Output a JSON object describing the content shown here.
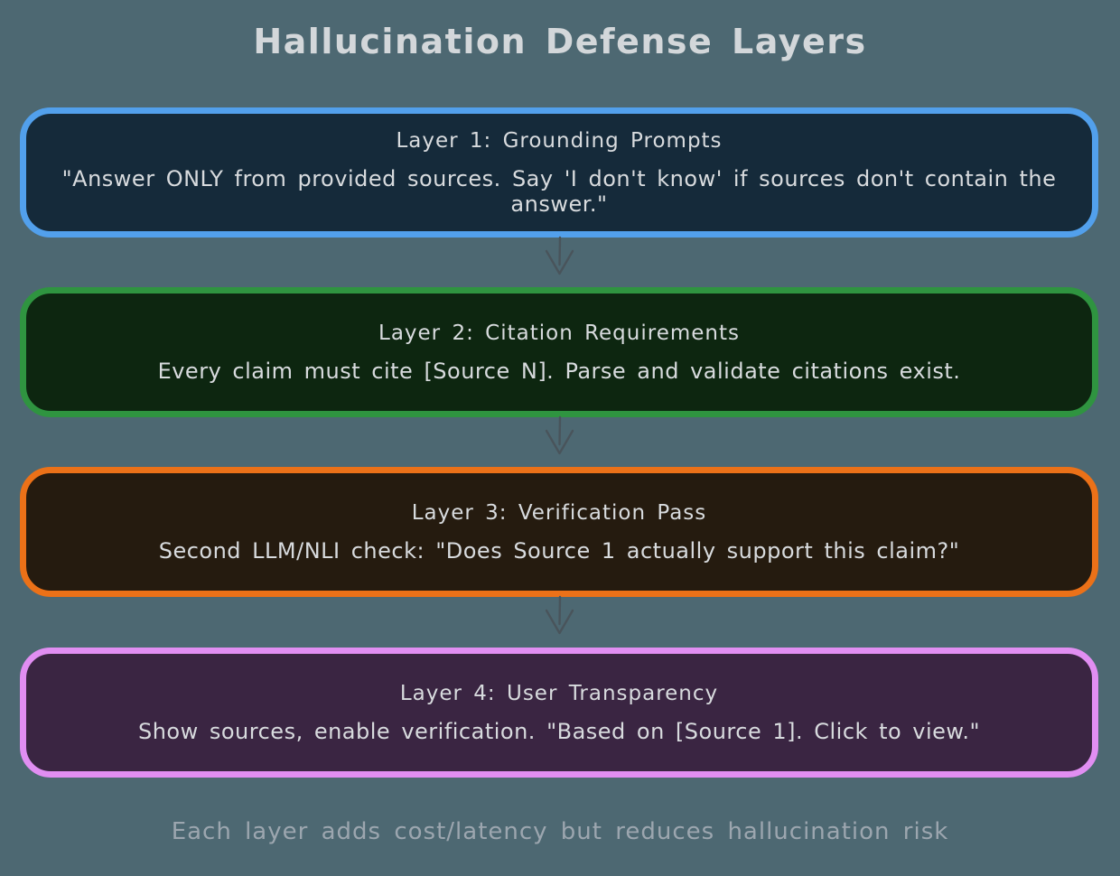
{
  "title": "Hallucination Defense Layers",
  "footer": "Each layer adds cost/latency but reduces hallucination risk",
  "colors": {
    "background": "#4D6872",
    "title_text": "#D3D7DA",
    "footer_text": "#9CA6AF",
    "box_text": "#D8DBDE",
    "arrow": "#49545B"
  },
  "layers": [
    {
      "heading": "Layer 1: Grounding Prompts",
      "body": "\"Answer ONLY from provided sources. Say 'I don't know' if sources don't contain the answer.\"",
      "fill": "#152A3A",
      "border": "#52A0EC"
    },
    {
      "heading": "Layer 2: Citation Requirements",
      "body": "Every claim must cite [Source N]. Parse and validate citations exist.",
      "fill": "#0D2610",
      "border": "#2F9440"
    },
    {
      "heading": "Layer 3: Verification Pass",
      "body": "Second LLM/NLI check: \"Does Source 1 actually support this claim?\"",
      "fill": "#251B0F",
      "border": "#EB7118"
    },
    {
      "heading": "Layer 4: User Transparency",
      "body": "Show sources, enable verification. \"Based on [Source 1]. Click to view.\"",
      "fill": "#3A2542",
      "border": "#E18EF2"
    }
  ]
}
